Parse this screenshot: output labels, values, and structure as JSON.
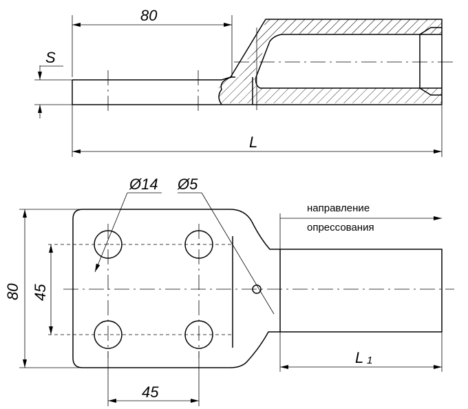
{
  "dimensions": {
    "top_length": "80",
    "thickness": "S",
    "total_length": "L",
    "hole_large": "Ø14",
    "hole_small": "Ø5",
    "plate_height": "80",
    "hole_spacing_vertical": "45",
    "hole_spacing_horizontal": "45",
    "sleeve_length": "L",
    "sleeve_length_sub": "1"
  },
  "notes": {
    "direction_line1": "направление",
    "direction_line2": "опрессования"
  }
}
